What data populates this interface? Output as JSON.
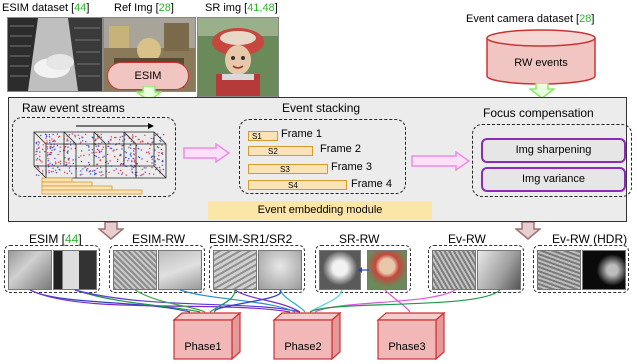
{
  "top": {
    "esim_dataset": {
      "text": "ESIM dataset [",
      "cite": "44",
      "end": "]"
    },
    "ref_img": {
      "text": "Ref Img [",
      "cite": "28",
      "end": "]"
    },
    "sr_img": {
      "text": "SR img [",
      "cite": "41,48",
      "end": "]"
    },
    "esim_box": "ESIM",
    "event_camera": {
      "text": "Event camera dataset [",
      "cite": "28",
      "end": "]"
    },
    "rw_events": "RW events"
  },
  "module": {
    "raw_title": "Raw event streams",
    "stack_title": "Event stacking",
    "focus_title": "Focus compensation",
    "frames": [
      {
        "tag": "S1",
        "label": "Frame 1"
      },
      {
        "tag": "S2",
        "label": "Frame 2"
      },
      {
        "tag": "S3",
        "label": "Frame 3"
      },
      {
        "tag": "S4",
        "label": "Frame 4"
      }
    ],
    "img_sharpening": "Img sharpening",
    "img_variance": "Img variance",
    "title": "Event embedding module"
  },
  "datasets": {
    "esim": {
      "text": "ESIM  [",
      "cite": "44",
      "end": "]"
    },
    "esim_rw": "ESIM-RW",
    "esim_sr": "ESIM-SR1/SR2",
    "sr_rw": "SR-RW",
    "ev_rw": "Ev-RW",
    "ev_rw_hdr": "Ev-RW (HDR)"
  },
  "phases": [
    "Phase1",
    "Phase2",
    "Phase3"
  ],
  "colors": {
    "cite": "#2db82d",
    "phase_fill": "#f2b8b8",
    "phase_stroke": "#cc3333",
    "button_stroke": "#8b2bb8",
    "arrow_green": "#8ee86a",
    "arrow_magenta": "#f08ae8",
    "module_title_bg": "#fbe6a8"
  }
}
